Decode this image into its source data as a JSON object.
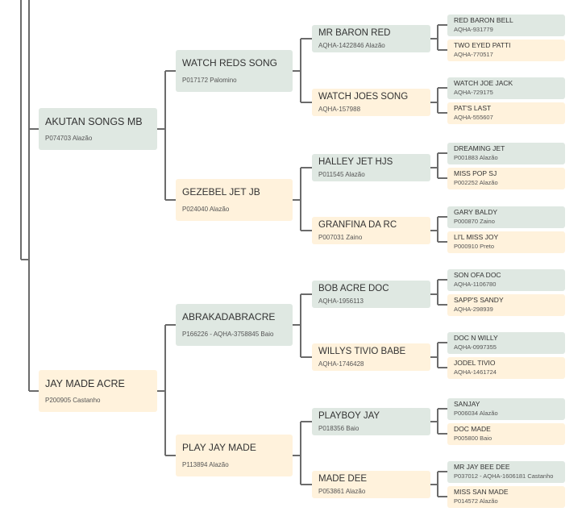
{
  "pedigree": {
    "gen1": [
      {
        "name": "AKUTAN SONGS MB",
        "reg": "P074703 Alazão",
        "sex": "male"
      },
      {
        "name": "JAY MADE ACRE",
        "reg": "P200905 Castanho",
        "sex": "female"
      }
    ],
    "gen2": [
      {
        "name": "WATCH REDS SONG",
        "reg": "P017172 Palomino",
        "sex": "male"
      },
      {
        "name": "GEZEBEL JET JB",
        "reg": "P024040 Alazão",
        "sex": "female"
      },
      {
        "name": "ABRAKADABRACRE",
        "reg": "P166226 - AQHA-3758845 Baio",
        "sex": "male"
      },
      {
        "name": "PLAY JAY MADE",
        "reg": "P113894 Alazão",
        "sex": "female"
      }
    ],
    "gen3": [
      {
        "name": "MR BARON RED",
        "reg": "AQHA-1422846 Alazão",
        "sex": "male"
      },
      {
        "name": "WATCH JOES SONG",
        "reg": "AQHA-157988",
        "sex": "female"
      },
      {
        "name": "HALLEY JET HJS",
        "reg": "P011545 Alazão",
        "sex": "male"
      },
      {
        "name": "GRANFINA DA RC",
        "reg": "P007031 Zaino",
        "sex": "female"
      },
      {
        "name": "BOB ACRE DOC",
        "reg": "AQHA-1956113",
        "sex": "male"
      },
      {
        "name": "WILLYS TIVIO BABE",
        "reg": "AQHA-1746428",
        "sex": "female"
      },
      {
        "name": "PLAYBOY JAY",
        "reg": "P018356 Baio",
        "sex": "male"
      },
      {
        "name": "MADE DEE",
        "reg": "P053861 Alazão",
        "sex": "female"
      }
    ],
    "gen4": [
      {
        "name": "RED BARON BELL",
        "reg": "AQHA-931779",
        "sex": "male"
      },
      {
        "name": "TWO EYED PATTI",
        "reg": "AQHA-770517",
        "sex": "female"
      },
      {
        "name": "WATCH JOE JACK",
        "reg": "AQHA-729175",
        "sex": "male"
      },
      {
        "name": "PAT'S LAST",
        "reg": "AQHA-555607",
        "sex": "female"
      },
      {
        "name": "DREAMING JET",
        "reg": "P001883 Alazão",
        "sex": "male"
      },
      {
        "name": "MISS POP SJ",
        "reg": "P002252 Alazão",
        "sex": "female"
      },
      {
        "name": "GARY BALDY",
        "reg": "P000870 Zaino",
        "sex": "male"
      },
      {
        "name": "LI'L MISS JOY",
        "reg": "P000910 Preto",
        "sex": "female"
      },
      {
        "name": "SON OFA DOC",
        "reg": "AQHA-1106780",
        "sex": "male"
      },
      {
        "name": "SAPP'S SANDY",
        "reg": "AQHA-298939",
        "sex": "female"
      },
      {
        "name": "DOC N WILLY",
        "reg": "AQHA-0997355",
        "sex": "male"
      },
      {
        "name": "JODEL TIVIO",
        "reg": "AQHA-1461724",
        "sex": "female"
      },
      {
        "name": "SANJAY",
        "reg": "P006034 Alazão",
        "sex": "male"
      },
      {
        "name": "DOC MADE",
        "reg": "P005800 Baio",
        "sex": "female"
      },
      {
        "name": "MR JAY BEE DEE",
        "reg": "P037012 - AQHA-1606181 Castanho",
        "sex": "male"
      },
      {
        "name": "MISS SAN MADE",
        "reg": "P014572 Alazão",
        "sex": "female"
      }
    ]
  },
  "colors": {
    "male_fill": "#dfe8e2",
    "female_fill": "#fff2dc",
    "connector": "#6b6b6b"
  }
}
